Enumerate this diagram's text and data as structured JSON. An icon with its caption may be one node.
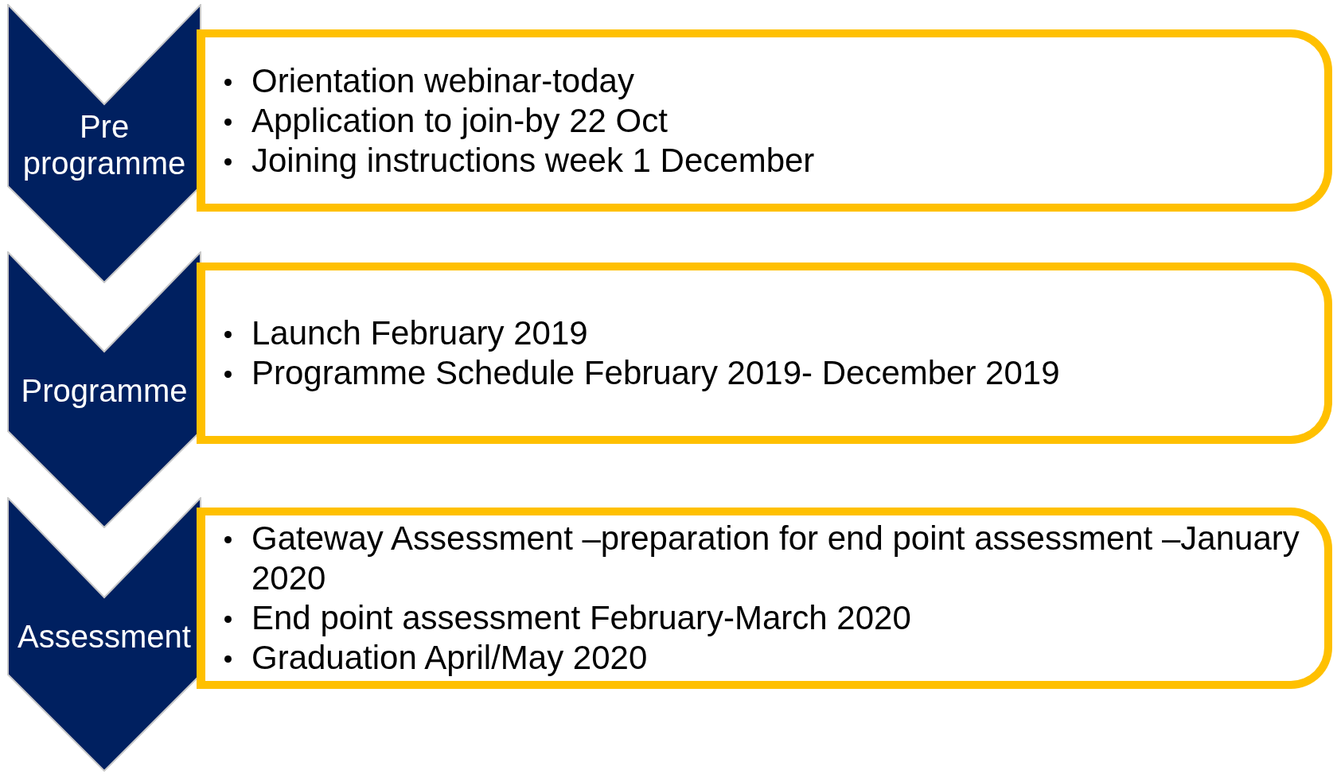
{
  "diagram": {
    "nodes": [
      {
        "text": [
          "Pre programme"
        ]
      },
      {
        "text": [
          "Orientation webinar-today",
          "Application to join-by 22 Oct",
          "Joining instructions week 1 December"
        ]
      },
      {
        "text": [
          "Programme"
        ]
      },
      {
        "text": [
          "Launch February 2019",
          "Programme Schedule February 2019- December 2019"
        ]
      },
      {
        "text": [
          "Assessment"
        ]
      },
      {
        "text": [
          "Gateway Assessment –preparation for end point assessment –January 2020",
          "End point assessment February-March 2020",
          "Graduation April/May 2020"
        ]
      }
    ],
    "edges": []
  }
}
